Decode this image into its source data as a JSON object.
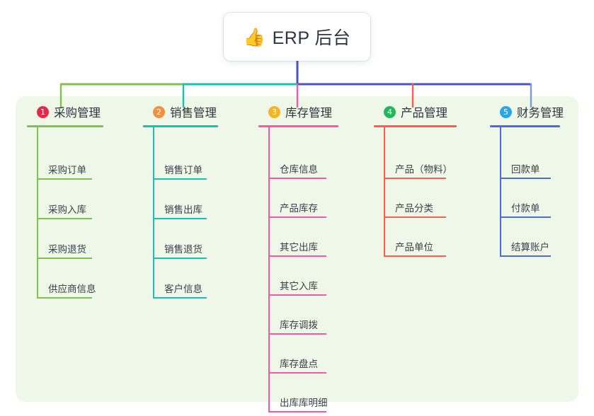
{
  "root": {
    "icon": "thumbs-up-icon",
    "icon_glyph": "👍",
    "label": "ERP 后台"
  },
  "canvas": {
    "background": "#eef7e8"
  },
  "columns": [
    {
      "number": "1",
      "title": "采购管理",
      "badge_color": "#e8284a",
      "line_color": "#7fc24a",
      "connector_color": "#7fc24a",
      "items": [
        {
          "label": "采购订单"
        },
        {
          "label": "采购入库"
        },
        {
          "label": "采购退货"
        },
        {
          "label": "供应商信息"
        }
      ]
    },
    {
      "number": "2",
      "title": "销售管理",
      "badge_color": "#f2913d",
      "line_color": "#14c2b4",
      "connector_color": "#14c2b4",
      "items": [
        {
          "label": "销售订单"
        },
        {
          "label": "销售出库"
        },
        {
          "label": "销售退货"
        },
        {
          "label": "客户信息"
        }
      ]
    },
    {
      "number": "3",
      "title": "库存管理",
      "badge_color": "#f5b522",
      "line_color": "#ef5ba8",
      "connector_color": "#ef5ba8",
      "items": [
        {
          "label": "仓库信息"
        },
        {
          "label": "产品库存"
        },
        {
          "label": "其它出库"
        },
        {
          "label": "其它入库"
        },
        {
          "label": "库存调拨"
        },
        {
          "label": "库存盘点"
        },
        {
          "label": "出库库明细"
        }
      ]
    },
    {
      "number": "4",
      "title": "产品管理",
      "badge_color": "#23b75b",
      "line_color": "#fb5e4f",
      "connector_color": "#fb5e4f",
      "items": [
        {
          "label": "产品（物料）"
        },
        {
          "label": "产品分类"
        },
        {
          "label": "产品单位"
        }
      ]
    },
    {
      "number": "5",
      "title": "财务管理",
      "badge_color": "#28a7e8",
      "line_color": "#4a6fd1",
      "connector_color": "#7d9ae0",
      "items": [
        {
          "label": "回款单"
        },
        {
          "label": "付款单"
        },
        {
          "label": "结算账户"
        }
      ]
    }
  ],
  "trunk": {
    "color": "#4a52c8",
    "bus_segments": [
      {
        "color": "#7fc24a",
        "label": "segment-left-green"
      },
      {
        "color": "#14c2b4",
        "label": "segment-teal"
      },
      {
        "color": "#4a52c8",
        "label": "segment-indigo"
      }
    ]
  }
}
